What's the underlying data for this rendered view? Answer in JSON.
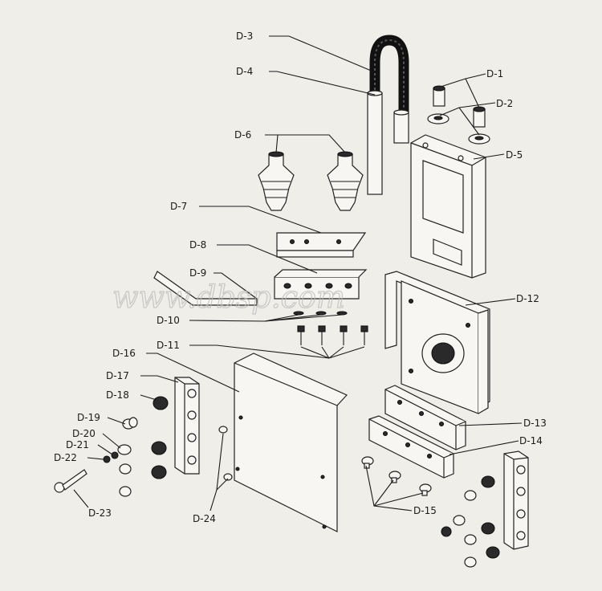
{
  "labels": {
    "d1": "D-1",
    "d2": "D-2",
    "d3": "D-3",
    "d4": "D-4",
    "d5": "D-5",
    "d6": "D-6",
    "d7": "D-7",
    "d8": "D-8",
    "d9": "D-9",
    "d10": "D-10",
    "d11": "D-11",
    "d12": "D-12",
    "d13": "D-13",
    "d14": "D-14",
    "d15": "D-15",
    "d16": "D-16",
    "d17": "D-17",
    "d18": "D-18",
    "d19": "D-19",
    "d20": "D-20",
    "d21": "D-21",
    "d22": "D-22",
    "d23": "D-23",
    "d24": "D-24"
  },
  "watermark": "www.dbsp.com"
}
